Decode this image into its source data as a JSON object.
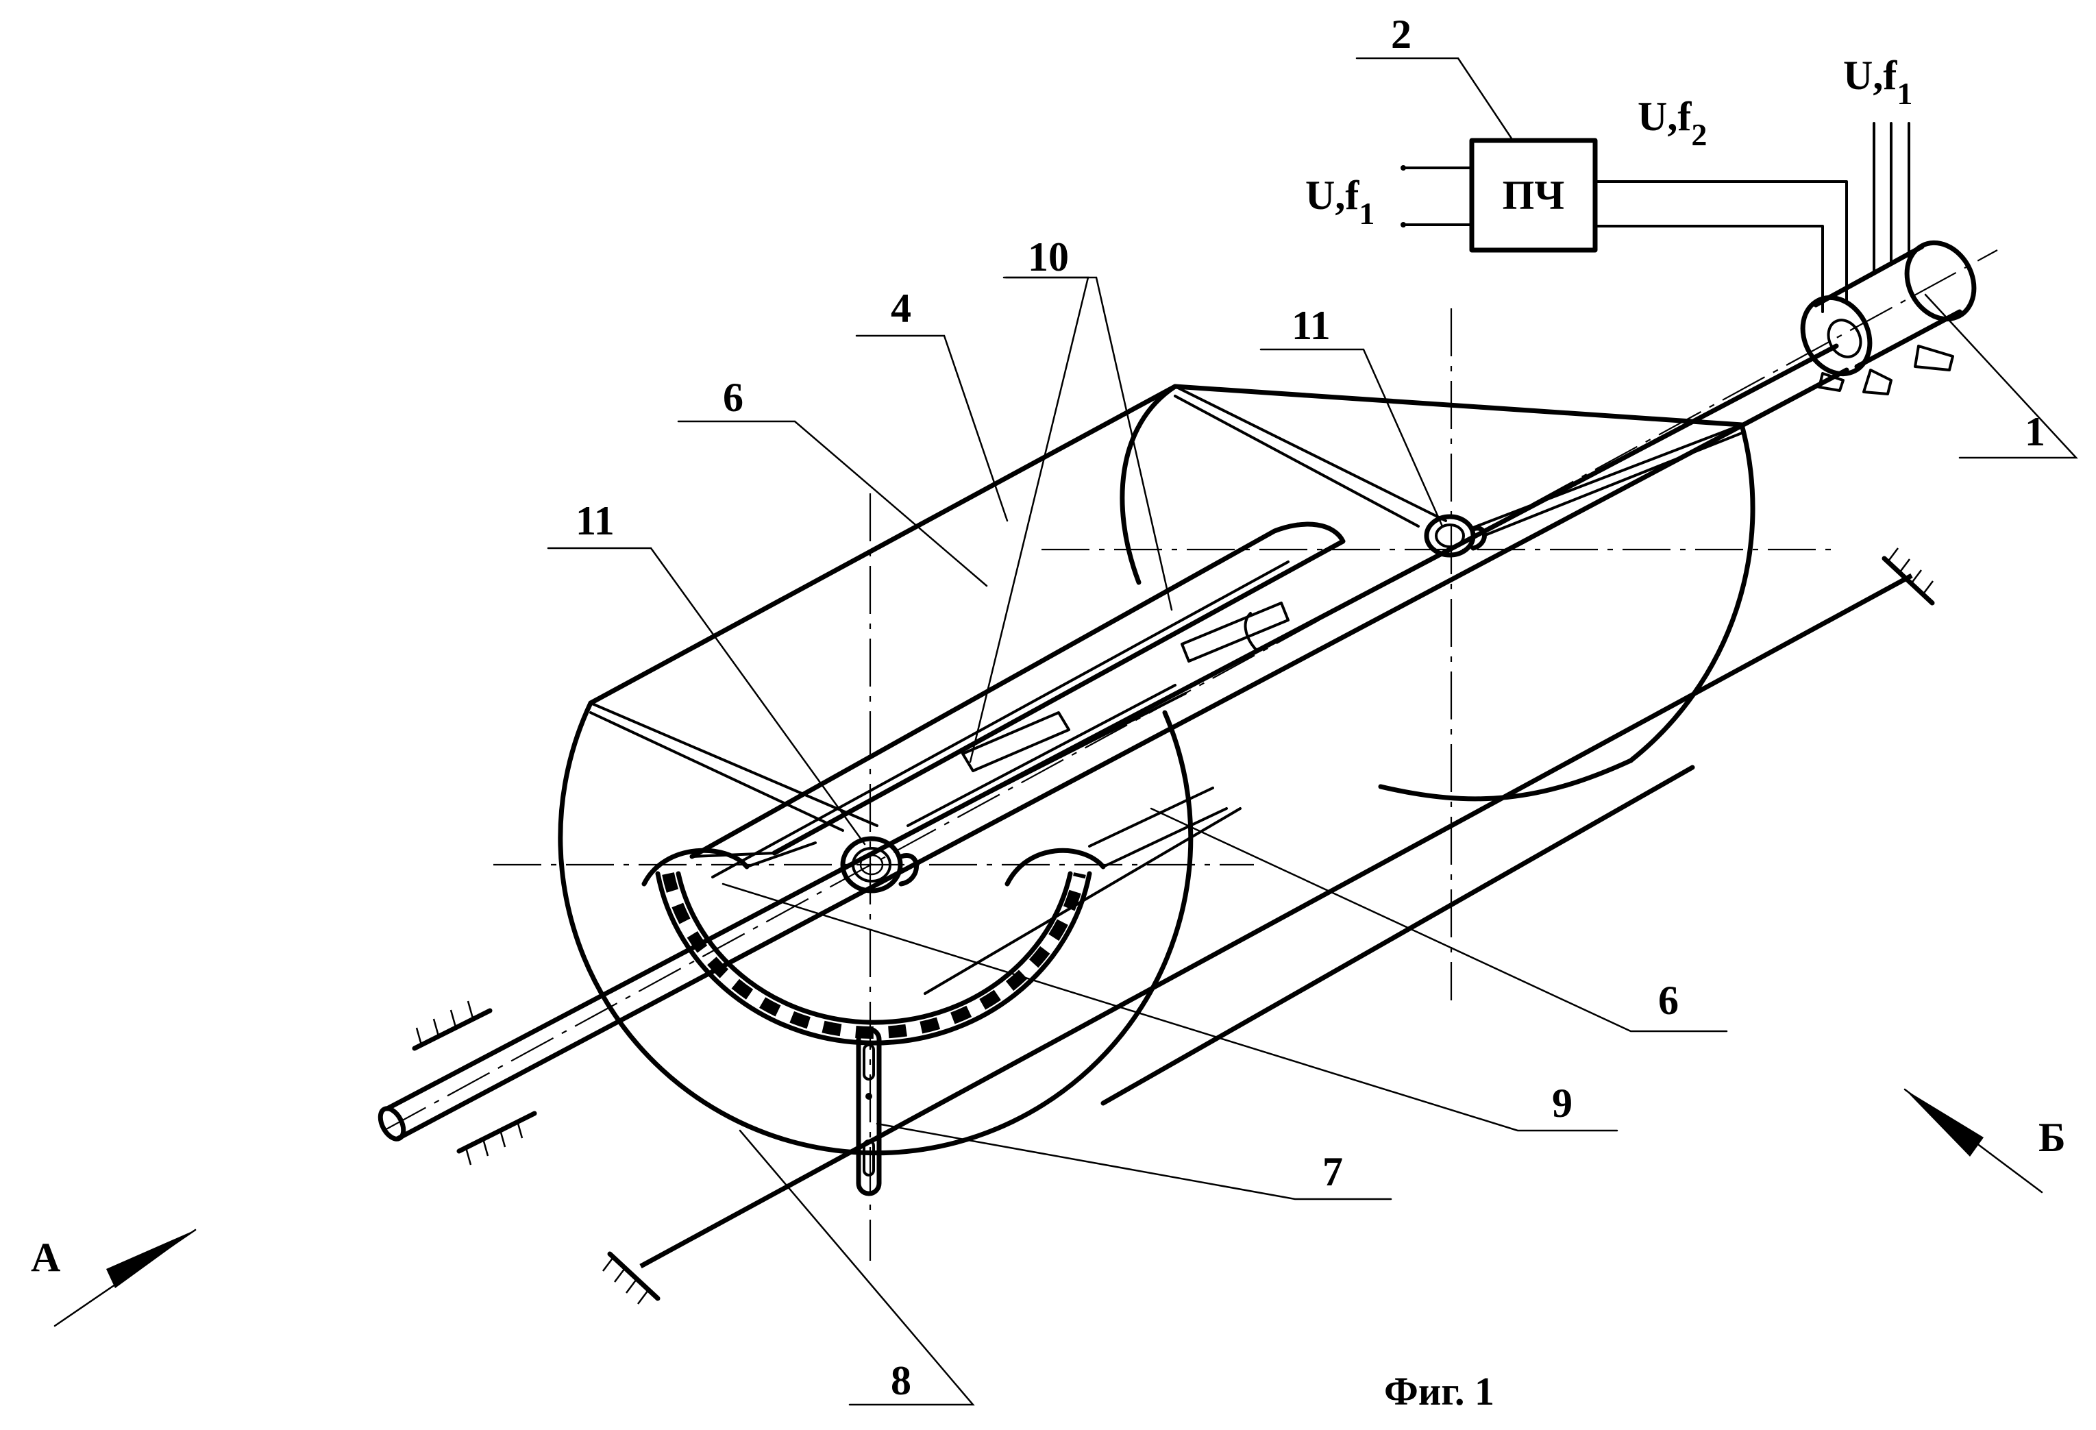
{
  "labels": {
    "motor": "1",
    "converter": "2",
    "drum": "4",
    "blade_upper": "6",
    "blade_lower": "6",
    "clamp": "7",
    "rod": "8",
    "baffle": "9",
    "spokes": "10",
    "hub_left": "11",
    "hub_right": "11"
  },
  "converter_box": {
    "text": "ПЧ"
  },
  "signals": {
    "input": {
      "main": "U,f",
      "sub": "1"
    },
    "output": {
      "main": "U,f",
      "sub": "2"
    },
    "mains": {
      "main": "U,f",
      "sub": "1"
    }
  },
  "view_arrows": {
    "left": "А",
    "right": "Б"
  },
  "caption": "Фиг. 1"
}
